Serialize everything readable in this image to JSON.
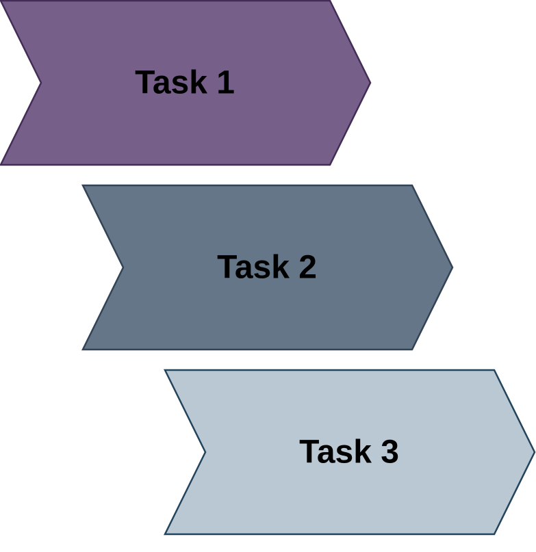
{
  "diagram": {
    "tasks": [
      {
        "label": "Task 1",
        "fill": "#76608a",
        "stroke": "#432d57"
      },
      {
        "label": "Task 2",
        "fill": "#647687",
        "stroke": "#314354"
      },
      {
        "label": "Task 3",
        "fill": "#bac8d3",
        "stroke": "#23445d"
      }
    ]
  }
}
